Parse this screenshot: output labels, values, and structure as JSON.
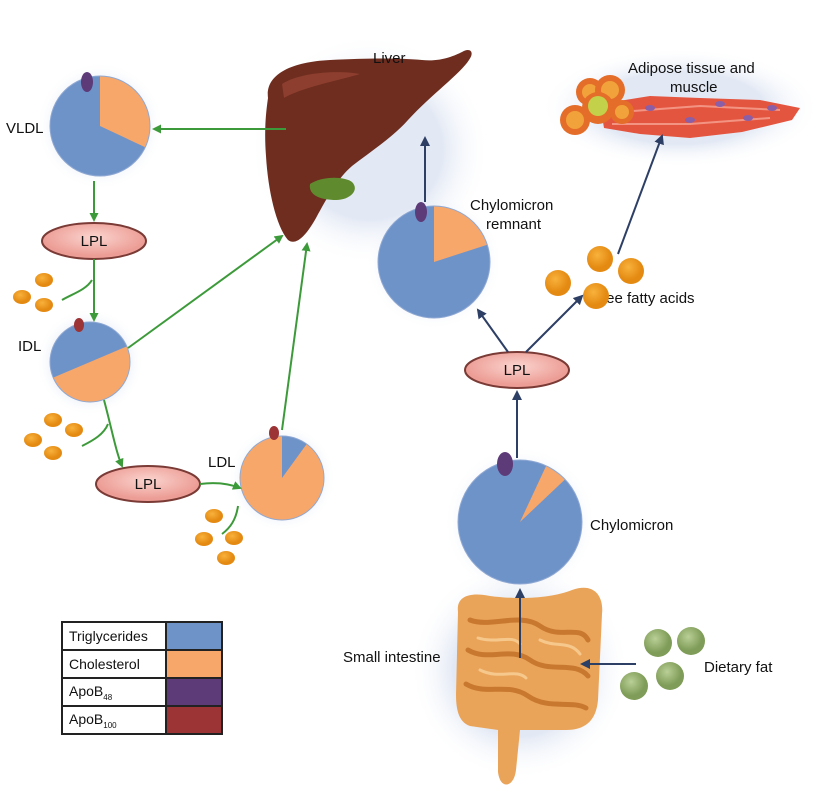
{
  "labels": {
    "liver": "Liver",
    "adipose_line1": "Adipose tissue and",
    "adipose_line2": "muscle",
    "vldl": "VLDL",
    "idl": "IDL",
    "ldl": "LDL",
    "chylomicron_remnant_line1": "Chylomicron",
    "chylomicron_remnant_line2": "remnant",
    "free_fatty_acids": "Free fatty acids",
    "chylomicron": "Chylomicron",
    "small_intestine": "Small intestine",
    "dietary_fat": "Dietary fat",
    "lpl": "LPL"
  },
  "legend": [
    {
      "text": "Triglycerides",
      "sub": "",
      "color": "#6e93c9"
    },
    {
      "text": "Cholesterol",
      "sub": "",
      "color": "#f8a76a"
    },
    {
      "text": "ApoB",
      "sub": "48",
      "color": "#5d3a78"
    },
    {
      "text": "ApoB",
      "sub": "100",
      "color": "#9c3335"
    }
  ],
  "colors": {
    "triglycerides": "#6e93c9",
    "cholesterol": "#f8a76a",
    "apob48": "#5d3a78",
    "apob100": "#9c3335",
    "liver": "#6e2d1f",
    "gallbladder": "#5f8a2d",
    "lpl_fill": "#f2b3ad",
    "green_arrow": "#3d9a3a",
    "navy_arrow": "#2e3f66",
    "fatty_acid": "#f39c1f",
    "dietary_fat": "#9bb474",
    "intestine": "#e9a45a"
  },
  "particles": {
    "vldl_cholesterol_fraction": 0.32,
    "idl_cholesterol_fraction": 0.5,
    "ldl_cholesterol_fraction": 0.9,
    "chylomicron_remnant_cholesterol_fraction": 0.2,
    "chylomicron_cholesterol_fraction": 0.06
  },
  "icons": [
    "liver-icon",
    "adipose-icon",
    "intestine-icon",
    "fatty-acid-icon",
    "dietary-fat-icon"
  ]
}
